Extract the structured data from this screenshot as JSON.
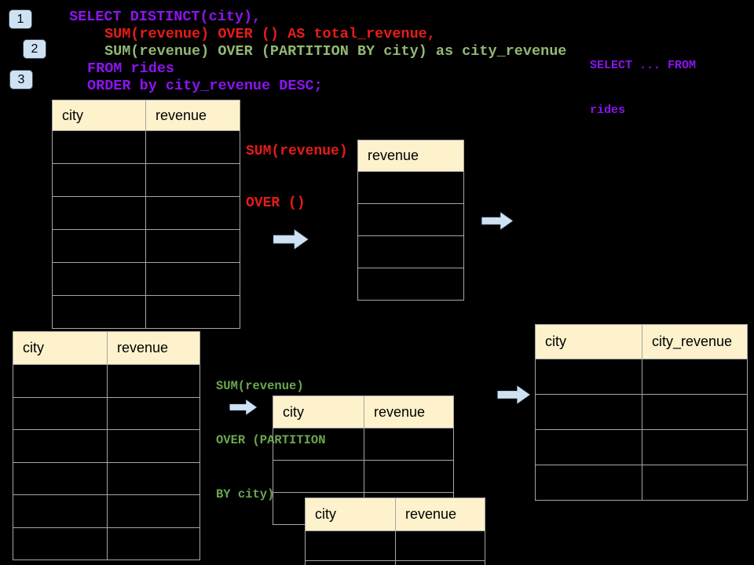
{
  "colors": {
    "background": "#000000",
    "purple": "#8c14f0",
    "red": "#e81b1b",
    "light_green": "#93b874",
    "green": "#6aa84f",
    "table_header_bg": "#fdf2cc",
    "table_border": "#a6a6a6",
    "arrow_fill": "#cfe2f3",
    "badge_bg": "#cfe2f3",
    "badge_border": "#3d4a56"
  },
  "badges": {
    "one": "1",
    "two": "2",
    "three": "3"
  },
  "sql": {
    "line1": "SELECT DISTINCT(city),",
    "line2": "SUM(revenue) OVER () AS total_revenue,",
    "line3": "SUM(revenue) OVER (PARTITION BY city) as city_revenue",
    "line4": "FROM rides",
    "line5": "ORDER by city_revenue DESC;"
  },
  "side_note": {
    "line1": "SELECT ... FROM",
    "line2": "rides"
  },
  "annotation_total": {
    "line1": "SUM(revenue)",
    "line2": "OVER ()"
  },
  "annotation_partition": {
    "line1": "SUM(revenue)",
    "line2": "OVER (PARTITION",
    "line3": "BY city)"
  },
  "tables": {
    "source_top": {
      "col1": "city",
      "col2": "revenue"
    },
    "total_result": {
      "col1": "revenue"
    },
    "source_bottom": {
      "col1": "city",
      "col2": "revenue"
    },
    "partition_step1": {
      "col1": "city",
      "col2": "revenue"
    },
    "partition_step2": {
      "col1": "city",
      "col2": "revenue"
    },
    "final_result": {
      "col1": "city",
      "col2": "city_revenue"
    }
  }
}
